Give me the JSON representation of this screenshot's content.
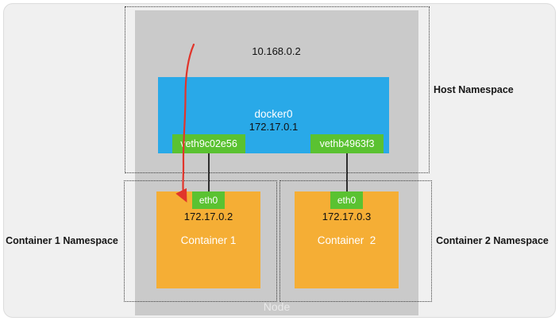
{
  "page": {
    "node": {
      "label": "Node"
    },
    "host_namespace": {
      "label": "Host Namespace",
      "host_ip": "10.168.0.2",
      "bridge": {
        "name": "docker0",
        "ip": "172.17.0.1"
      },
      "veths": [
        {
          "name": "veth9c02e56"
        },
        {
          "name": "vethb4963f3"
        }
      ]
    },
    "containers": [
      {
        "namespace_label": "Container 1 Namespace",
        "interface": "eth0",
        "ip": "172.17.0.2",
        "name": "Container 1"
      },
      {
        "namespace_label": "Container 2 Namespace",
        "interface": "eth0",
        "ip": "172.17.0.3",
        "name": "Container  2"
      }
    ],
    "colors": {
      "page_bg": "#f0f0f0",
      "node_gray": "#cacaca",
      "bridge_blue": "#29a9e8",
      "veth_green": "#5ac231",
      "container_orange": "#f5ae35",
      "arrow_red": "#e1352b",
      "text_dark": "#111111",
      "text_light": "#ffffff",
      "node_label_gray": "#e9e9e9"
    }
  }
}
